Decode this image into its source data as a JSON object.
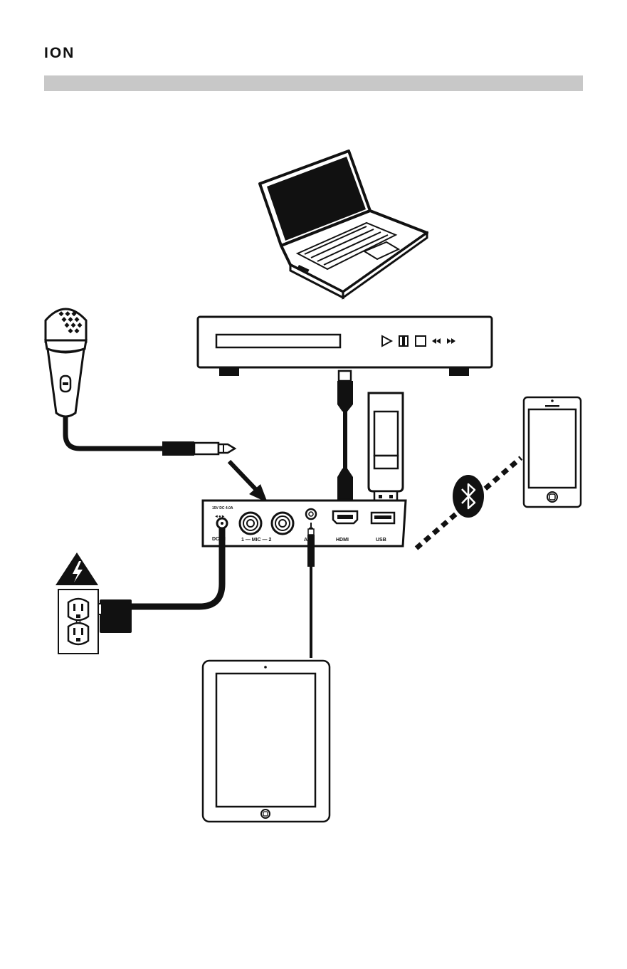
{
  "brand": {
    "logo_text": "ION"
  },
  "panel": {
    "power_rating": "15V DC 4.0A",
    "power_label": "DC IN",
    "mic_label": "1 — MIC — 2",
    "aux_label": "AUX",
    "hdmi_label": "HDMI",
    "usb_label": "USB"
  },
  "icons": {
    "laptop": "laptop-icon",
    "player": "media-player-icon",
    "microphone": "microphone-icon",
    "usb_drive": "usb-drive-icon",
    "smartphone": "smartphone-icon",
    "bluetooth": "bluetooth-icon",
    "warning": "high-voltage-warning-icon",
    "outlet": "power-outlet-icon",
    "tablet": "tablet-icon"
  },
  "colors": {
    "header_bar": "#c8c8c8",
    "ink": "#111111"
  }
}
